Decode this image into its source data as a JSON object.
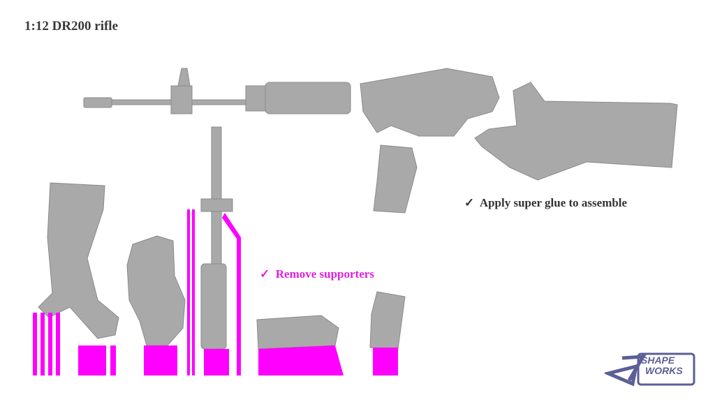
{
  "title": "1:12 DR200 rifle",
  "notes": {
    "assemble": "Apply super glue to assemble",
    "supporters": "Remove supporters",
    "check_mark": "✓"
  },
  "logo": {
    "line1": "SHAPE",
    "line2": "WORKS"
  },
  "colors": {
    "part": "#a9a9a9",
    "support": "#ff00ff",
    "note_magenta": "#e21ee0",
    "logo": "#5b5f96"
  }
}
